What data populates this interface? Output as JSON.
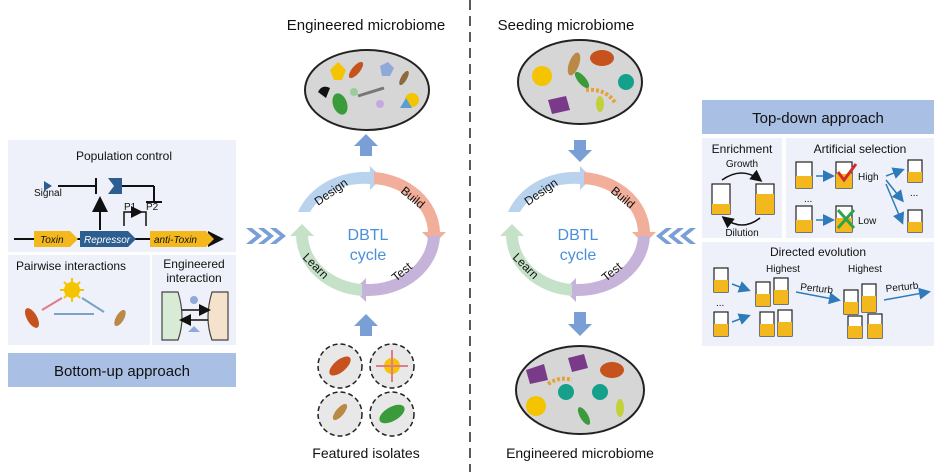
{
  "left": {
    "title": "Engineered microbiome",
    "isolates_label": "Featured isolates",
    "population_control": "Population control",
    "signal": "Signal",
    "promoter1": "P1",
    "promoter2": "P2",
    "gene_toxin": "Toxin",
    "gene_repressor": "Repressor",
    "gene_antitoxin": "anti-Toxin",
    "pairwise": "Pairwise interactions",
    "engineered_line1": "Engineered",
    "engineered_line2": "interaction",
    "approach": "Bottom-up approach"
  },
  "cycle": {
    "center_line1": "DBTL",
    "center_line2": "cycle",
    "design": "Design",
    "build": "Build",
    "test": "Test",
    "learn": "Learn"
  },
  "right": {
    "title_top": "Seeding microbiome",
    "title_bottom": "Engineered microbiome",
    "approach": "Top-down approach",
    "enrichment": "Enrichment",
    "growth": "Growth",
    "dilution": "Dilution",
    "artificial_selection": "Artificial selection",
    "high": "High",
    "low": "Low",
    "dots": "...",
    "directed_evolution": "Directed evolution",
    "highest": "Highest",
    "perturb": "Perturb"
  },
  "colors": {
    "accent_blue": "#4a90d9",
    "arrow_blue": "#7a9fd6",
    "panel_bg": "#eef1f9",
    "banner": "#a9bfe3",
    "design": "#b9d3ef",
    "build": "#f1ae9a",
    "test": "#c6b3da",
    "learn": "#c5e1c8",
    "gene_yellow": "#f2b81d",
    "gene_blue": "#2c5e8f"
  }
}
